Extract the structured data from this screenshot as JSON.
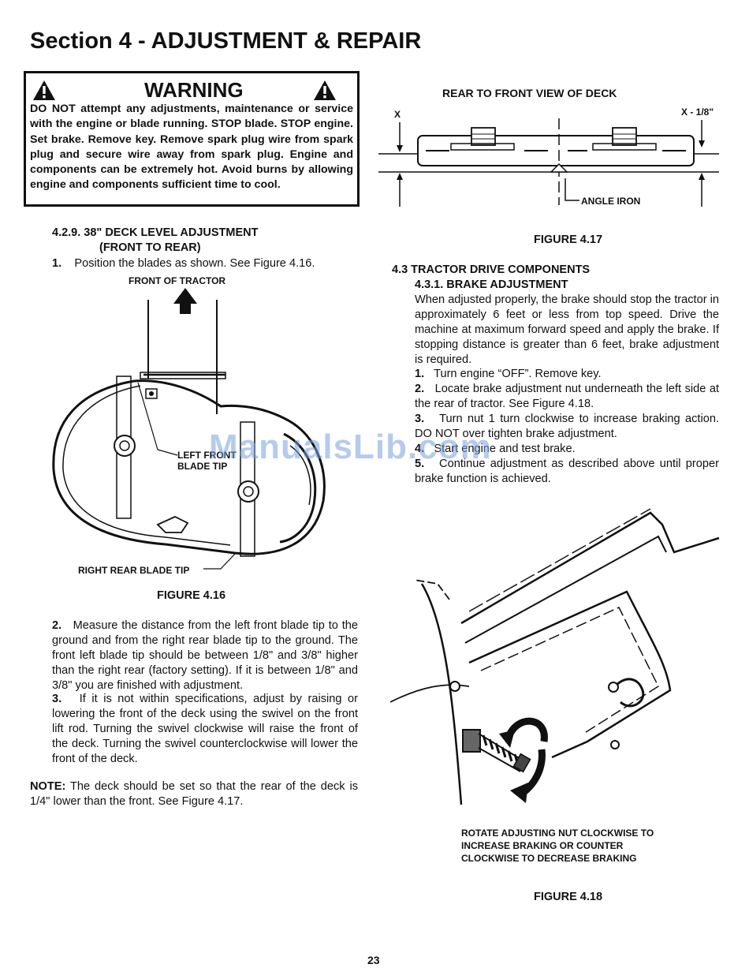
{
  "page": {
    "title": "Section 4 - ADJUSTMENT & REPAIR",
    "page_number": "23",
    "watermark": "ManualsLib.com"
  },
  "warning": {
    "title": "WARNING",
    "icon": "warning-triangle-icon",
    "text": "DO NOT attempt any adjustments, maintenance or service with the engine or blade running. STOP blade. STOP engine. Set brake. Remove key. Remove spark plug wire from spark plug and secure wire away from spark plug. Engine and components can be extremely hot. Avoid burns by allowing engine and components sufficient time to cool."
  },
  "deck_level": {
    "heading_line1": "4.2.9.   38\" DECK LEVEL ADJUSTMENT",
    "heading_line2": "(FRONT TO REAR)",
    "step1_num": "1.",
    "step1_text": "Position the blades as shown. See Figure 4.16.",
    "step2_num": "2.",
    "step2_text": "Measure the distance from the left front blade tip to the ground and from the right rear blade tip to the ground. The front left blade tip should be between 1/8\" and 3/8\" higher than the right rear (factory setting). If it is between 1/8\" and 3/8\" you are finished with adjustment.",
    "step3_num": "3.",
    "step3_text": "If it is not within specifications, adjust by raising or lowering the front of the deck using the swivel on the front lift rod. Turning the swivel clockwise will raise the front of the deck. Turning the swivel counterclockwise will lower the front of the deck.",
    "note_label": "NOTE:",
    "note_text": "The deck should be set so that the rear of the deck is 1/4\" lower than the front. See Figure 4.17."
  },
  "figure_4_16": {
    "caption": "FIGURE 4.16",
    "label_front": "FRONT OF TRACTOR",
    "label_left_front_1": "LEFT FRONT",
    "label_left_front_2": "BLADE TIP",
    "label_right_rear": "RIGHT REAR BLADE TIP"
  },
  "figure_4_17": {
    "title": "REAR TO FRONT VIEW OF DECK",
    "caption": "FIGURE 4.17",
    "label_x": "X",
    "label_x_minus": "X - 1/8\"",
    "label_angle_iron": "ANGLE IRON"
  },
  "tractor_drive": {
    "heading": "4.3 TRACTOR DRIVE COMPONENTS",
    "subheading": "4.3.1.   BRAKE ADJUSTMENT",
    "intro": "When adjusted properly, the brake should stop the tractor in approximately 6 feet or less from top speed. Drive the machine at maximum forward speed and apply the brake. If stopping distance is greater than 6 feet, brake adjustment is required.",
    "step1_num": "1.",
    "step1_text": "Turn engine “OFF”. Remove key.",
    "step2_num": "2.",
    "step2_text": "Locate brake adjustment nut underneath the left side at the rear of tractor.  See Figure 4.18.",
    "step3_num": "3.",
    "step3_text": "Turn nut 1 turn clockwise to increase braking action. DO NOT over tighten brake adjustment.",
    "step4_num": "4.",
    "step4_text": "Start engine and test brake.",
    "step5_num": "5.",
    "step5_text": "Continue adjustment as described above until proper brake function is achieved."
  },
  "figure_4_18": {
    "caption": "FIGURE 4.18",
    "label_line1": "ROTATE ADJUSTING NUT CLOCKWISE TO",
    "label_line2": "INCREASE BRAKING OR COUNTER",
    "label_line3": "CLOCKWISE TO DECREASE BRAKING"
  }
}
